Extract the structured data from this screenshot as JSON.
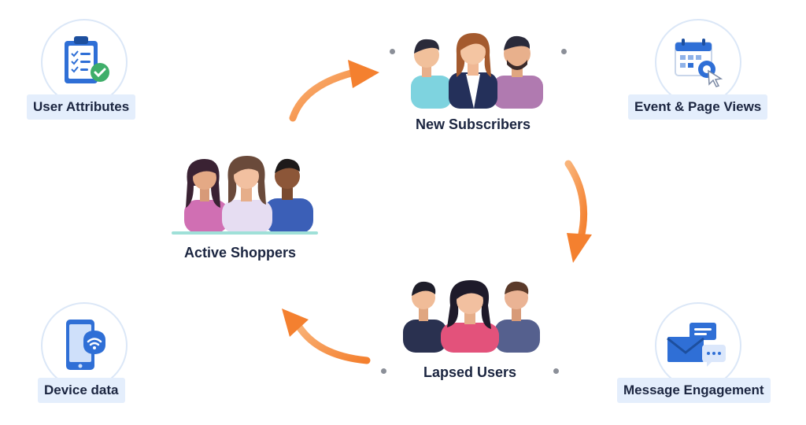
{
  "corners": {
    "user_attributes": {
      "label": "User Attributes",
      "icon": "clipboard-check-icon"
    },
    "event_page_views": {
      "label": "Event & Page Views",
      "icon": "calendar-click-icon"
    },
    "device_data": {
      "label": "Device data",
      "icon": "phone-wifi-icon"
    },
    "message_engagement": {
      "label": "Message Engagement",
      "icon": "envelope-chat-icon"
    }
  },
  "segments": {
    "new_subscribers": {
      "label": "New Subscribers"
    },
    "active_shoppers": {
      "label": "Active Shoppers"
    },
    "lapsed_users": {
      "label": "Lapsed Users"
    }
  },
  "colors": {
    "arrow": "#f58a3c",
    "pill_bg": "#e4eefc",
    "ring": "#dbe7f7",
    "icon_blue": "#2f6fd6"
  }
}
